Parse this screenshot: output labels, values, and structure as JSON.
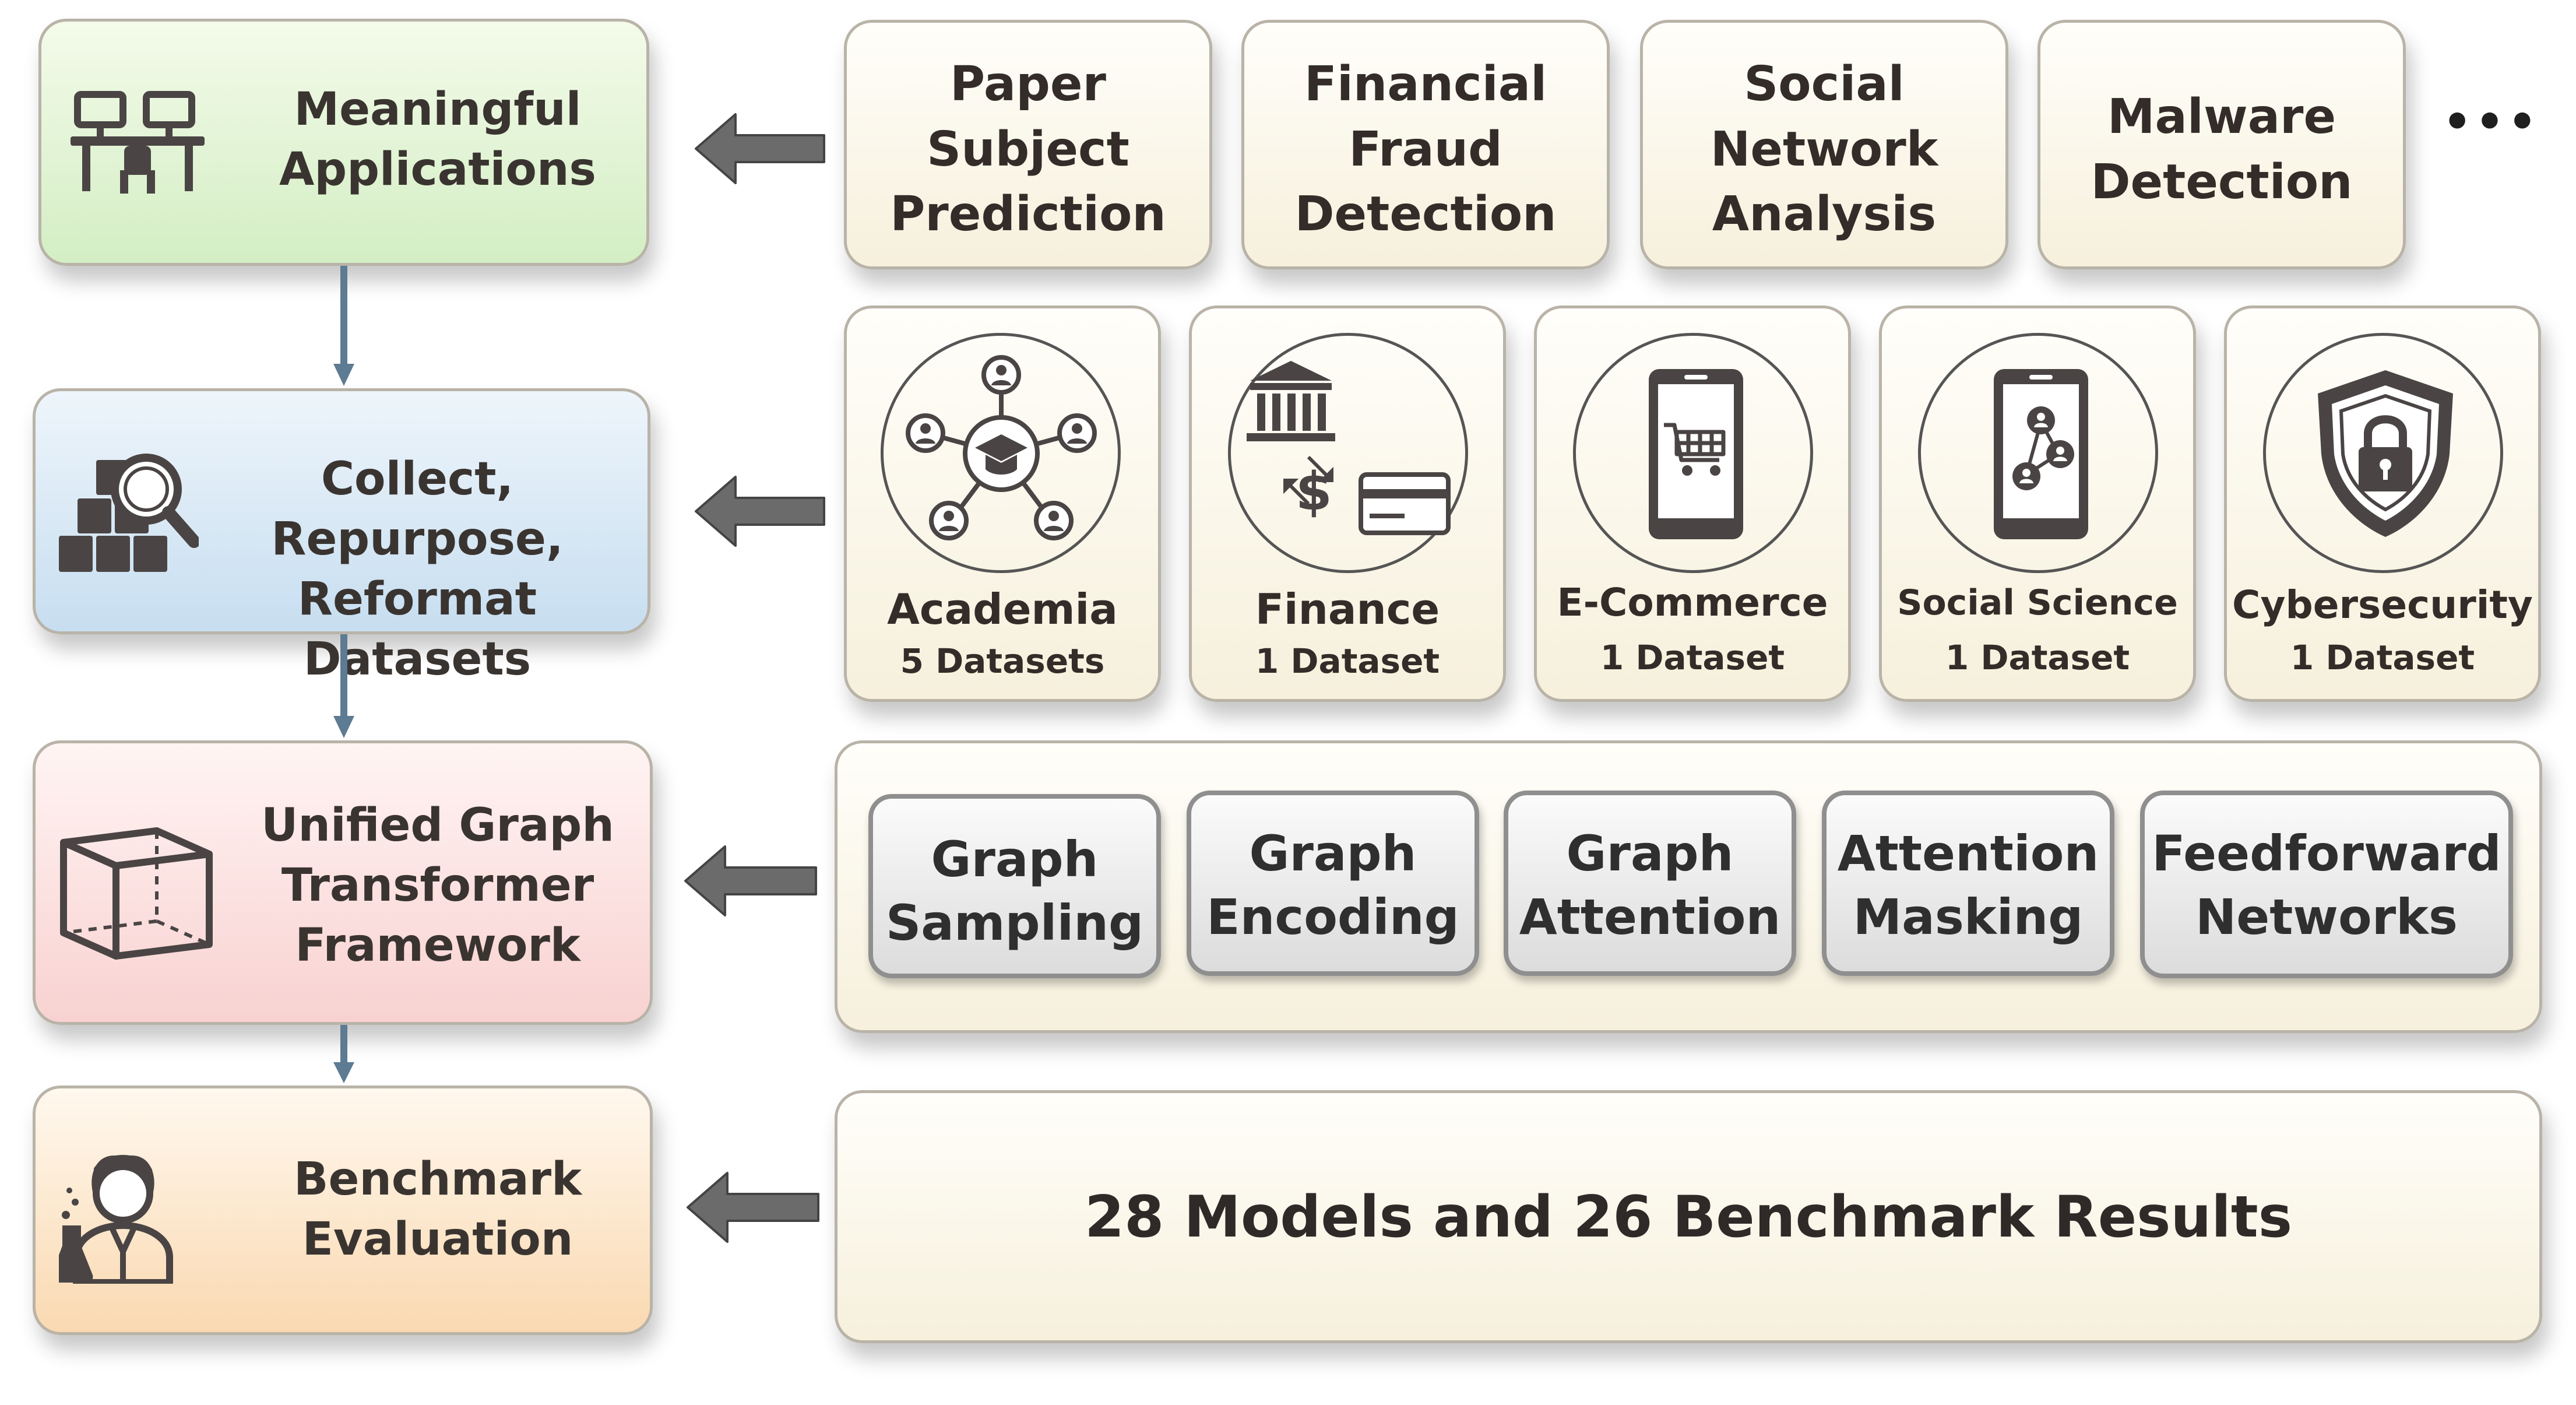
{
  "stages": [
    {
      "id": "applications",
      "label": "Meaningful\nApplications",
      "icon": "workstations-icon",
      "color_top": "#f4fbea",
      "color_bottom": "#d3eec4"
    },
    {
      "id": "datasets",
      "label": "Collect, Repurpose,\nReformat Datasets",
      "icon": "boxes-magnifier-icon",
      "color_top": "#eef5fb",
      "color_bottom": "#c7def0"
    },
    {
      "id": "framework",
      "label": "Unified Graph\nTransformer\nFramework",
      "icon": "cube-icon",
      "color_top": "#fff4f3",
      "color_bottom": "#f8d2d1"
    },
    {
      "id": "evaluation",
      "label": "Benchmark\nEvaluation",
      "icon": "scientist-icon",
      "color_top": "#fff8ee",
      "color_bottom": "#fad9b1"
    }
  ],
  "applications": [
    {
      "label": "Paper\nSubject\nPrediction"
    },
    {
      "label": "Financial\nFraud\nDetection"
    },
    {
      "label": "Social\nNetwork\nAnalysis"
    },
    {
      "label": "Malware\nDetection"
    }
  ],
  "applications_more": "•••",
  "datasets": [
    {
      "name": "Academia",
      "count": "5 Datasets",
      "icon": "academia-network-icon"
    },
    {
      "name": "Finance",
      "count": "1 Dataset",
      "icon": "bank-card-icon"
    },
    {
      "name": "E-Commerce",
      "count": "1 Dataset",
      "icon": "phone-cart-icon"
    },
    {
      "name": "Social Science",
      "count": "1 Dataset",
      "icon": "phone-network-icon"
    },
    {
      "name": "Cybersecurity",
      "count": "1 Dataset",
      "icon": "shield-lock-icon"
    }
  ],
  "components": [
    {
      "label": "Graph\nSampling"
    },
    {
      "label": "Graph\nEncoding"
    },
    {
      "label": "Graph\nAttention"
    },
    {
      "label": "Attention\nMasking"
    },
    {
      "label": "Feedforward\nNetworks"
    }
  ],
  "results": {
    "label": "28 Models and 26 Benchmark Results"
  },
  "colors": {
    "arrow_fill": "#6b6b6b",
    "connector": "#5d7b92",
    "border": "#b9b3a8"
  }
}
